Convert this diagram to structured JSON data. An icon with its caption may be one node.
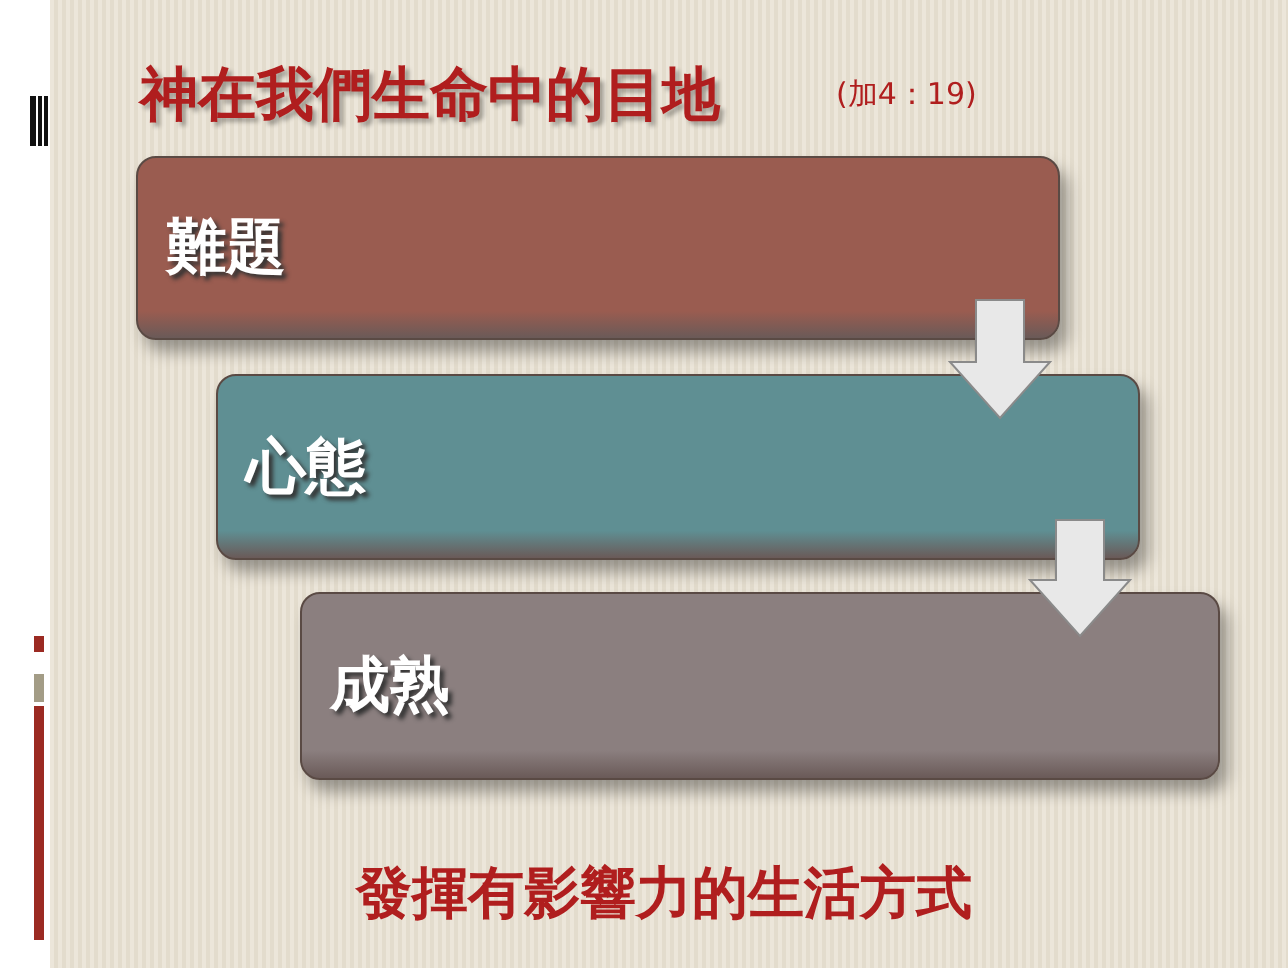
{
  "diagram": {
    "title": "神在我們生命中的目地",
    "nodes": [
      {
        "text": [
          "難題"
        ]
      },
      {
        "text": [
          "心態"
        ]
      },
      {
        "text": [
          "成熟"
        ]
      }
    ],
    "edges": [
      {
        "from": 0,
        "to": 1,
        "arrow": "to"
      },
      {
        "from": 1,
        "to": 2,
        "arrow": "to"
      }
    ],
    "labels": [
      "(加4：19)",
      "發揮有影響力的生活方式"
    ]
  }
}
